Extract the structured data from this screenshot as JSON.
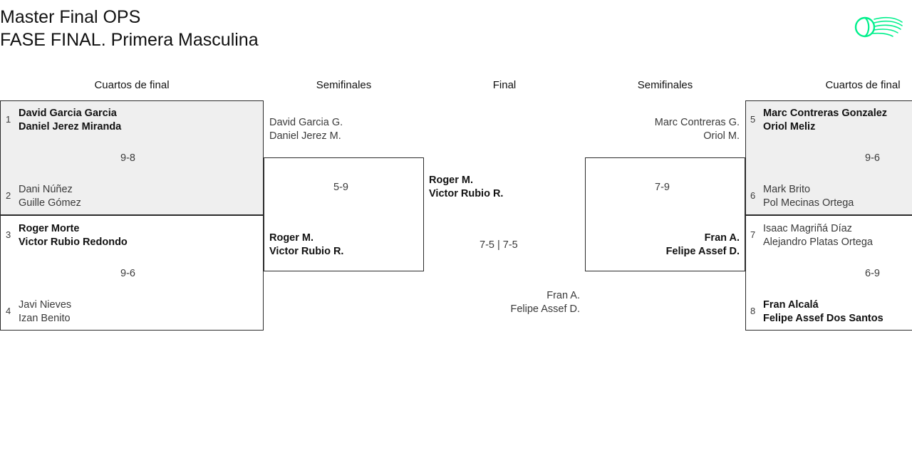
{
  "header": {
    "title_line1": "Master Final OPS",
    "title_line2": "FASE FINAL. Primera Masculina",
    "logo_name": "padel-ball-swoosh-logo",
    "logo_color": "#00F08C"
  },
  "round_headers": {
    "qf_left": "Cuartos de final",
    "sf_left": "Semifinales",
    "final": "Final",
    "sf_right": "Semifinales",
    "qf_right": "Cuartos de final"
  },
  "bracket": {
    "quarterfinals_left": [
      {
        "match_id": "qf-1",
        "top": {
          "seed": "1",
          "player1": "David Garcia Garcia",
          "player2": "Daniel Jerez Miranda",
          "winner": true
        },
        "bottom": {
          "seed": "2",
          "player1": "Dani Núñez",
          "player2": "Guille Gómez",
          "winner": false
        },
        "score": "9-8",
        "shaded": true
      },
      {
        "match_id": "qf-2",
        "top": {
          "seed": "3",
          "player1": "Roger Morte",
          "player2": "Victor Rubio Redondo",
          "winner": true
        },
        "bottom": {
          "seed": "4",
          "player1": "Javi Nieves",
          "player2": "Izan Benito",
          "winner": false
        },
        "score": "9-6",
        "shaded": false
      }
    ],
    "quarterfinals_right": [
      {
        "match_id": "qf-3",
        "top": {
          "seed": "5",
          "player1": "Marc Contreras Gonzalez",
          "player2": "Oriol Meliz",
          "winner": true
        },
        "bottom": {
          "seed": "6",
          "player1": "Mark Brito",
          "player2": "Pol Mecinas Ortega",
          "winner": false
        },
        "score": "9-6",
        "shaded": true
      },
      {
        "match_id": "qf-4",
        "top": {
          "seed": "7",
          "player1": "Isaac Magriñá Díaz",
          "player2": "Alejandro Platas Ortega",
          "winner": false
        },
        "bottom": {
          "seed": "8",
          "player1": "Fran Alcalá",
          "player2": "Felipe Assef Dos Santos",
          "winner": true
        },
        "score": "6-9",
        "shaded": false
      }
    ],
    "semifinal_left": {
      "match_id": "sf-left",
      "top": {
        "player1": "David Garcia G.",
        "player2": "Daniel Jerez M.",
        "winner": false
      },
      "bottom": {
        "player1": "Roger M.",
        "player2": "Victor Rubio R.",
        "winner": true
      },
      "score": "5-9"
    },
    "semifinal_right": {
      "match_id": "sf-right",
      "top": {
        "player1": "Marc Contreras G.",
        "player2": "Oriol M.",
        "winner": false
      },
      "bottom": {
        "player1": "Fran A.",
        "player2": "Felipe Assef D.",
        "winner": true
      },
      "score": "7-9"
    },
    "final_match": {
      "match_id": "final",
      "top": {
        "player1": "Roger M.",
        "player2": "Victor Rubio R.",
        "winner": true
      },
      "bottom": {
        "player1": "Fran A.",
        "player2": "Felipe Assef D.",
        "winner": false
      },
      "score": "7-5 | 7-5"
    }
  }
}
